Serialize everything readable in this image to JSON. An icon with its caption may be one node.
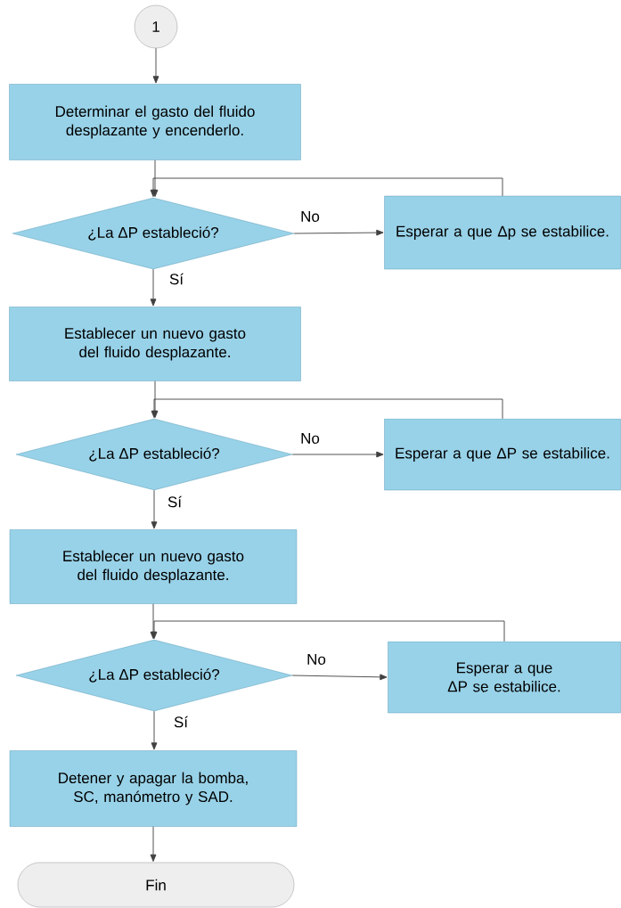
{
  "diagram": {
    "nodes": [
      {
        "text": [
          "1"
        ]
      },
      {
        "text": [
          "Determinar el gasto del fluido desplazante y encenderlo."
        ]
      },
      {
        "text": [
          "¿La ΔP estableció?"
        ]
      },
      {
        "text": [
          "Esperar a que Δp se estabilice."
        ]
      },
      {
        "text": [
          "Establecer un nuevo gasto del fluido desplazante."
        ]
      },
      {
        "text": [
          "¿La ΔP estableció?"
        ]
      },
      {
        "text": [
          "Esperar a que ΔP se estabilice."
        ]
      },
      {
        "text": [
          "Establecer un nuevo gasto del fluido desplazante."
        ]
      },
      {
        "text": [
          "¿La ΔP estableció?"
        ]
      },
      {
        "text": [
          "Esperar a que ΔP se estabilice."
        ]
      },
      {
        "text": [
          "Detener y apagar la bomba, SC, manómetro y SAD."
        ]
      },
      {
        "text": [
          "Fin"
        ]
      }
    ],
    "edges": [
      {
        "from": 0,
        "to": 1,
        "arrow": "to"
      },
      {
        "from": 1,
        "to": 2,
        "arrow": "to"
      },
      {
        "from": 2,
        "to": 3,
        "arrow": "to",
        "label": "No"
      },
      {
        "from": 3,
        "to": 2,
        "arrow": "to"
      },
      {
        "from": 2,
        "to": 4,
        "arrow": "to",
        "label": "Sí"
      },
      {
        "from": 4,
        "to": 5,
        "arrow": "to"
      },
      {
        "from": 5,
        "to": 6,
        "arrow": "to",
        "label": "No"
      },
      {
        "from": 6,
        "to": 5,
        "arrow": "to"
      },
      {
        "from": 5,
        "to": 7,
        "arrow": "to",
        "label": "Sí"
      },
      {
        "from": 7,
        "to": 8,
        "arrow": "to"
      },
      {
        "from": 8,
        "to": 9,
        "arrow": "to",
        "label": "No"
      },
      {
        "from": 9,
        "to": 8,
        "arrow": "to"
      },
      {
        "from": 8,
        "to": 10,
        "arrow": "to",
        "label": "Sí"
      },
      {
        "from": 10,
        "to": 11,
        "arrow": "to"
      }
    ]
  }
}
